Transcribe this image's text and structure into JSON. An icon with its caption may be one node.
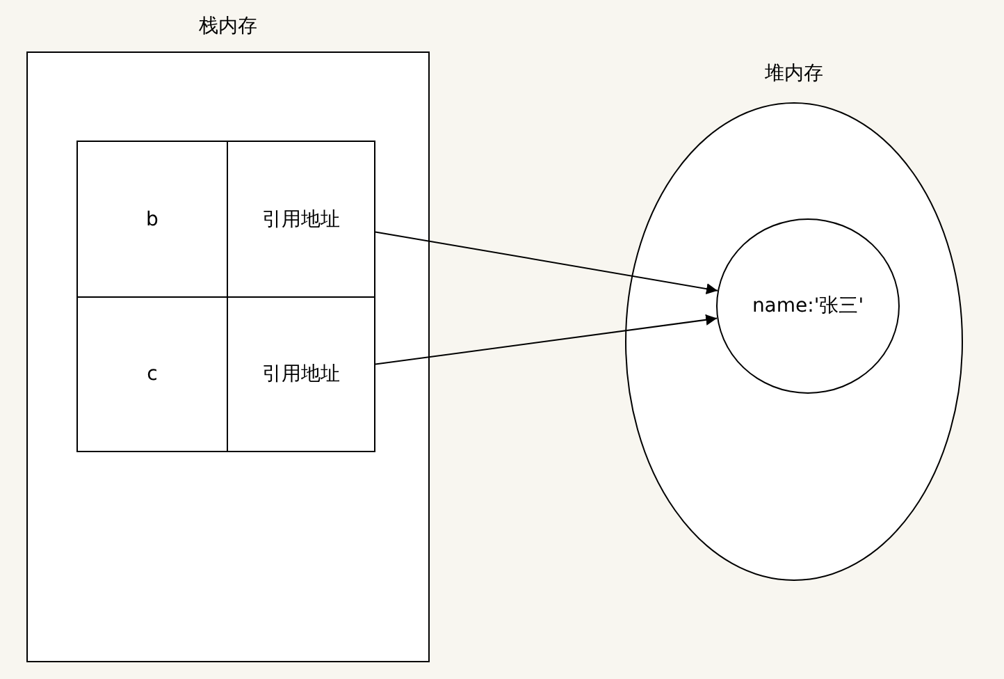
{
  "diagram": {
    "nodes": [
      {
        "text": [
          "栈内存"
        ]
      },
      {
        "text": [
          "b"
        ],
        "in": 0
      },
      {
        "text": [
          "引用地址"
        ],
        "in": 0
      },
      {
        "text": [
          "c"
        ],
        "in": 0
      },
      {
        "text": [
          "引用地址"
        ],
        "in": 0
      },
      {
        "text": [
          "堆内存"
        ]
      },
      {
        "text": [
          "name:'张三'"
        ],
        "in": 5
      }
    ],
    "edges": [
      {
        "from": 2,
        "to": 6,
        "arrow": "to"
      },
      {
        "from": 4,
        "to": 6,
        "arrow": "to"
      }
    ]
  }
}
